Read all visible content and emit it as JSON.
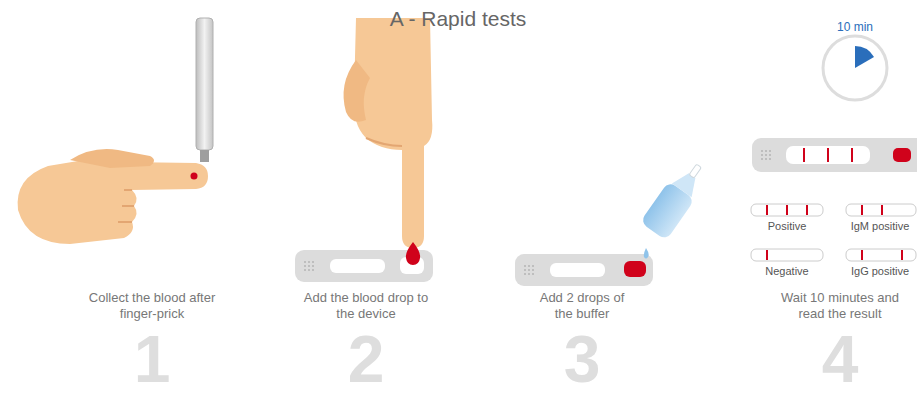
{
  "diagram": {
    "title": "A - Rapid tests",
    "labels": [
      "10 min",
      "Positive",
      "IgM positive",
      "Negative",
      "IgG positive",
      "1",
      "Collect the blood after finger-prick",
      "2",
      "Add the blood drop to the device",
      "3",
      "Add 2 drops of the buffer",
      "4",
      "Wait 10 minutes and read the result"
    ]
  }
}
